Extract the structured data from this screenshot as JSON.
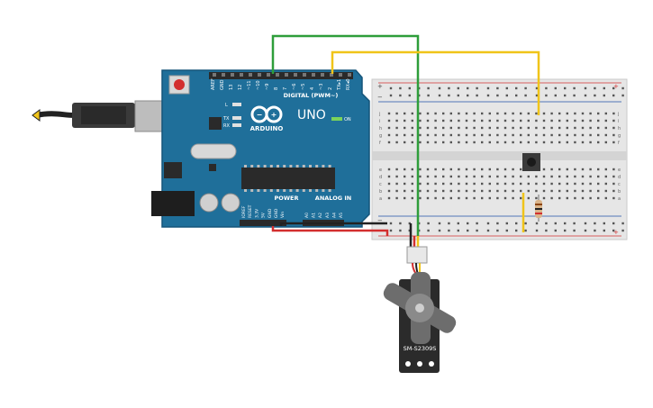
{
  "arduino": {
    "logo_text": "ARDUINO",
    "model": "UNO",
    "digital_label": "DIGITAL (PWM~)",
    "power_label": "POWER",
    "analog_label": "ANALOG IN",
    "on_label": "ON",
    "led_l": "L",
    "led_tx": "TX",
    "led_rx": "RX",
    "digital_pins": [
      "AREF",
      "GND",
      "13",
      "12",
      "~11",
      "~10",
      "~9",
      "8",
      "7",
      "~6",
      "~5",
      "4",
      "~3",
      "2",
      "TX▸1",
      "RX◂0"
    ],
    "power_pins": [
      "IOREF",
      "RESET",
      "3.3V",
      "5V",
      "GND",
      "GND",
      "Vin"
    ],
    "analog_pins": [
      "A0",
      "A1",
      "A2",
      "A3",
      "A4",
      "A5"
    ]
  },
  "servo": {
    "model": "SM-S2309S"
  },
  "breadboard": {
    "row_letters_top": [
      "j",
      "i",
      "h",
      "g",
      "f"
    ],
    "row_letters_bottom": [
      "e",
      "d",
      "c",
      "b",
      "a"
    ],
    "plus": "+",
    "minus": "−"
  },
  "wires": {
    "green": "#2e9e3a",
    "yellow": "#f0c419",
    "red": "#d32f2f",
    "black": "#222222"
  },
  "colors": {
    "arduino_board": "#1f6f9a",
    "breadboard": "#e6e6e6",
    "servo_body": "#2b2b2b",
    "servo_horn": "#6d6d6d"
  }
}
